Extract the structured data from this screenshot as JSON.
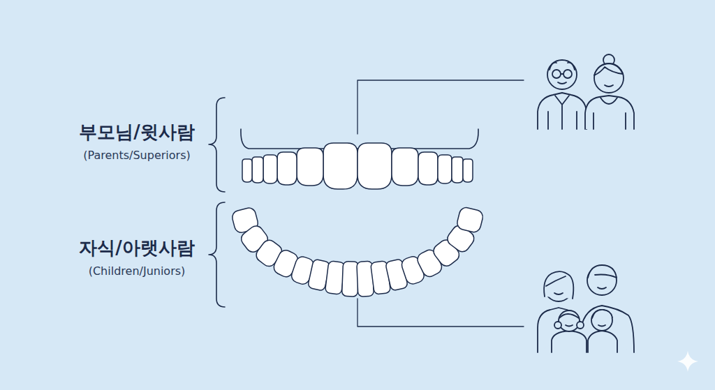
{
  "diagram": {
    "labels": [
      "부모님/윗사람",
      "(Parents/Superiors)",
      "자식/아랫사람",
      "(Children/Juniors)"
    ]
  }
}
